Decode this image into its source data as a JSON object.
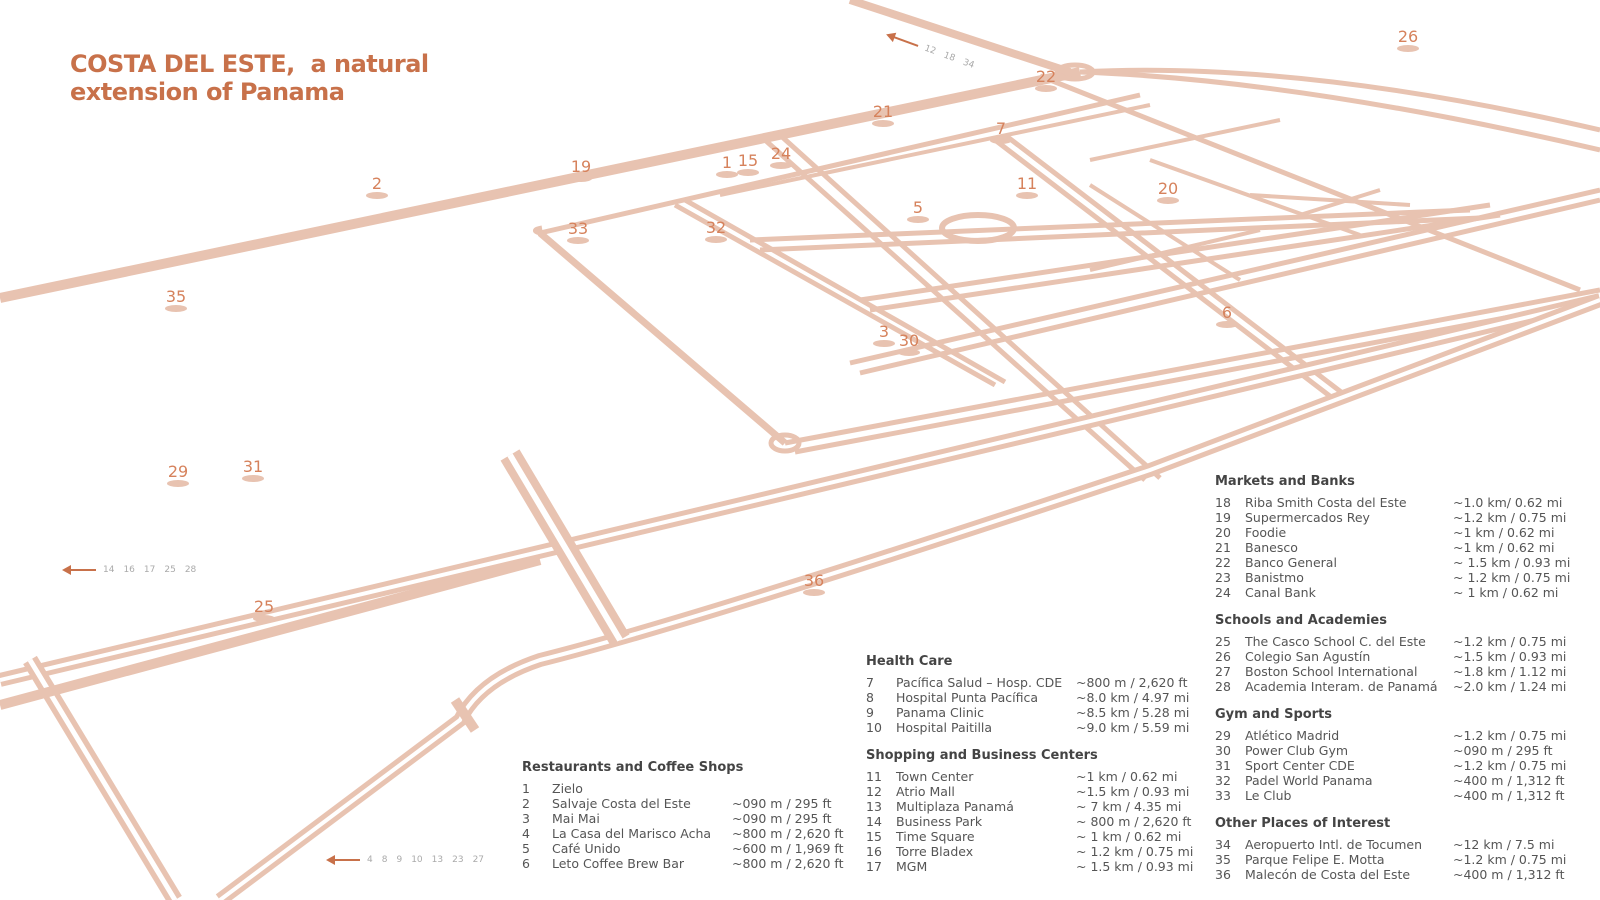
{
  "title": {
    "line1": "COSTA DEL ESTE,  a natural",
    "line2": "extension of Panama"
  },
  "colors": {
    "road": "#e8c3b1",
    "accent": "#c8714a",
    "marker_text": "#d6825c"
  },
  "markers": [
    "1",
    "15",
    "24",
    "2",
    "19",
    "21",
    "22",
    "7",
    "11",
    "20",
    "5",
    "33",
    "32",
    "35",
    "3",
    "30",
    "6",
    "26",
    "29",
    "31",
    "25",
    "36"
  ],
  "arrows": {
    "top": [
      "12",
      "18",
      "34"
    ],
    "left": [
      "14",
      "16",
      "17",
      "25",
      "28"
    ],
    "bottom": [
      "4",
      "8",
      "9",
      "10",
      "13",
      "23",
      "27"
    ]
  },
  "legend": {
    "restaurants": {
      "heading": "Restaurants and Coffee Shops",
      "items": [
        {
          "n": "1",
          "name": "Zielo",
          "dist": ""
        },
        {
          "n": "2",
          "name": "Salvaje Costa del Este",
          "dist": "~090 m / 295 ft"
        },
        {
          "n": "3",
          "name": "Mai Mai",
          "dist": "~090 m / 295 ft"
        },
        {
          "n": "4",
          "name": "La Casa del Marisco Acha",
          "dist": "~800 m / 2,620 ft"
        },
        {
          "n": "5",
          "name": "Café Unido",
          "dist": "~600 m / 1,969 ft"
        },
        {
          "n": "6",
          "name": "Leto Coffee Brew Bar",
          "dist": "~800 m / 2,620 ft"
        }
      ]
    },
    "health": {
      "heading": "Health Care",
      "items": [
        {
          "n": "7",
          "name": "Pacífica Salud – Hosp. CDE",
          "dist": "~800 m  / 2,620 ft"
        },
        {
          "n": "8",
          "name": "Hospital Punta Pacífica",
          "dist": "~8.0 km / 4.97 mi"
        },
        {
          "n": "9",
          "name": "Panama Clinic",
          "dist": "~8.5 km / 5.28 mi"
        },
        {
          "n": "10",
          "name": "Hospital Paitilla",
          "dist": "~9.0 km / 5.59 mi"
        }
      ]
    },
    "shopping": {
      "heading": "Shopping and Business Centers",
      "items": [
        {
          "n": "11",
          "name": "Town Center",
          "dist": "~1 km / 0.62 mi"
        },
        {
          "n": "12",
          "name": "Atrio Mall",
          "dist": "~1.5 km / 0.93 mi"
        },
        {
          "n": "13",
          "name": "Multiplaza Panamá",
          "dist": "~ 7 km / 4.35 mi"
        },
        {
          "n": "14",
          "name": "Business Park",
          "dist": "~ 800 m / 2,620 ft"
        },
        {
          "n": "15",
          "name": "Time Square",
          "dist": "~ 1 km / 0.62 mi"
        },
        {
          "n": "16",
          "name": "Torre Bladex",
          "dist": "~ 1.2 km / 0.75 mi"
        },
        {
          "n": "17",
          "name": "MGM",
          "dist": "~ 1.5 km / 0.93 mi"
        }
      ]
    },
    "markets": {
      "heading": "Markets and Banks",
      "items": [
        {
          "n": "18",
          "name": "Riba Smith Costa del Este",
          "dist": "~1.0 km/ 0.62 mi"
        },
        {
          "n": "19",
          "name": "Supermercados Rey",
          "dist": "~1.2 km / 0.75 mi"
        },
        {
          "n": "20",
          "name": "Foodie",
          "dist": "~1 km / 0.62 mi"
        },
        {
          "n": "21",
          "name": "Banesco",
          "dist": "~1 km / 0.62 mi"
        },
        {
          "n": "22",
          "name": "Banco General",
          "dist": "~ 1.5 km / 0.93 mi"
        },
        {
          "n": "23",
          "name": "Banistmo",
          "dist": "~ 1.2 km / 0.75 mi"
        },
        {
          "n": "24",
          "name": "Canal Bank",
          "dist": "~ 1 km / 0.62 mi"
        }
      ]
    },
    "schools": {
      "heading": "Schools and Academies",
      "items": [
        {
          "n": "25",
          "name": "The Casco School C. del Este",
          "dist": "~1.2 km / 0.75 mi"
        },
        {
          "n": "26",
          "name": "Colegio San Agustín",
          "dist": "~1.5 km / 0.93 mi"
        },
        {
          "n": "27",
          "name": "Boston School International",
          "dist": "~1.8 km / 1.12 mi"
        },
        {
          "n": "28",
          "name": "Academia Interam. de Panamá",
          "dist": "~2.0 km / 1.24 mi"
        }
      ]
    },
    "gym": {
      "heading": "Gym and Sports",
      "items": [
        {
          "n": "29",
          "name": "Atlético Madrid",
          "dist": "~1.2 km / 0.75 mi"
        },
        {
          "n": "30",
          "name": "Power Club Gym",
          "dist": "~090 m / 295 ft"
        },
        {
          "n": "31",
          "name": "Sport Center CDE",
          "dist": "~1.2 km / 0.75 mi"
        },
        {
          "n": "32",
          "name": "Padel World Panama",
          "dist": "~400 m / 1,312 ft"
        },
        {
          "n": "33",
          "name": "Le Club",
          "dist": "~400 m / 1,312 ft"
        }
      ]
    },
    "other": {
      "heading": "Other Places of Interest",
      "items": [
        {
          "n": "34",
          "name": "Aeropuerto Intl. de Tocumen",
          "dist": "~12 km / 7.5 mi"
        },
        {
          "n": "35",
          "name": "Parque Felipe E. Motta",
          "dist": "~1.2 km / 0.75 mi"
        },
        {
          "n": "36",
          "name": "Malecón de Costa del Este",
          "dist": "~400 m / 1,312 ft"
        }
      ]
    }
  }
}
